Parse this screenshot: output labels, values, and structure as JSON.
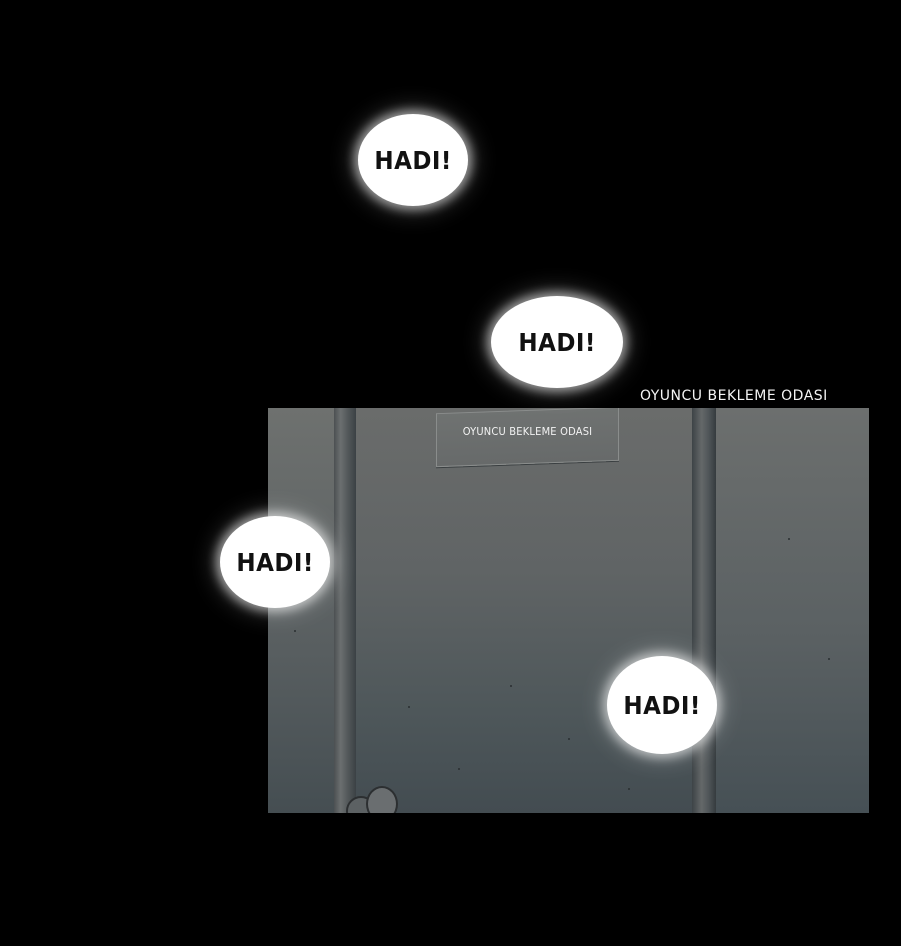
{
  "caption": {
    "text": "OYUNCU BEKLEME ODASI"
  },
  "scene": {
    "sign_text": "OYUNCU BEKLEME ODASI"
  },
  "bubbles": [
    {
      "text": "HADI!"
    },
    {
      "text": "HADI!"
    },
    {
      "text": "HADI!"
    },
    {
      "text": "HADI!"
    }
  ],
  "colors": {
    "background": "#000000",
    "bubble": "#ffffff",
    "bubble_text": "#111111",
    "caption_text": "#f4f4f4"
  }
}
